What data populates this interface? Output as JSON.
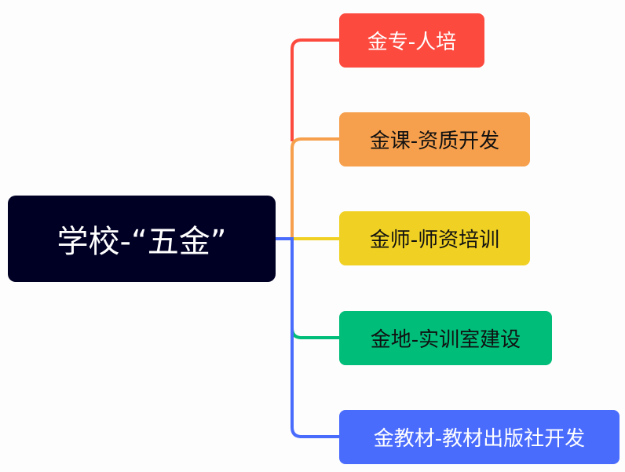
{
  "root": {
    "label": "学校-“五金”",
    "color": "#000025"
  },
  "branches": [
    {
      "label": "金专-人培",
      "color": "#fc4a3f",
      "text_color": "#ffffff"
    },
    {
      "label": "金课-资质开发",
      "color": "#f6a04d",
      "text_color": "#111111"
    },
    {
      "label": "金师-师资培训",
      "color": "#f0d123",
      "text_color": "#111111"
    },
    {
      "label": "金地-实训室建设",
      "color": "#00bd7a",
      "text_color": "#111111"
    },
    {
      "label": "金教材-教材出版社开发",
      "color": "#4a6cfd",
      "text_color": "#ffffff"
    }
  ]
}
